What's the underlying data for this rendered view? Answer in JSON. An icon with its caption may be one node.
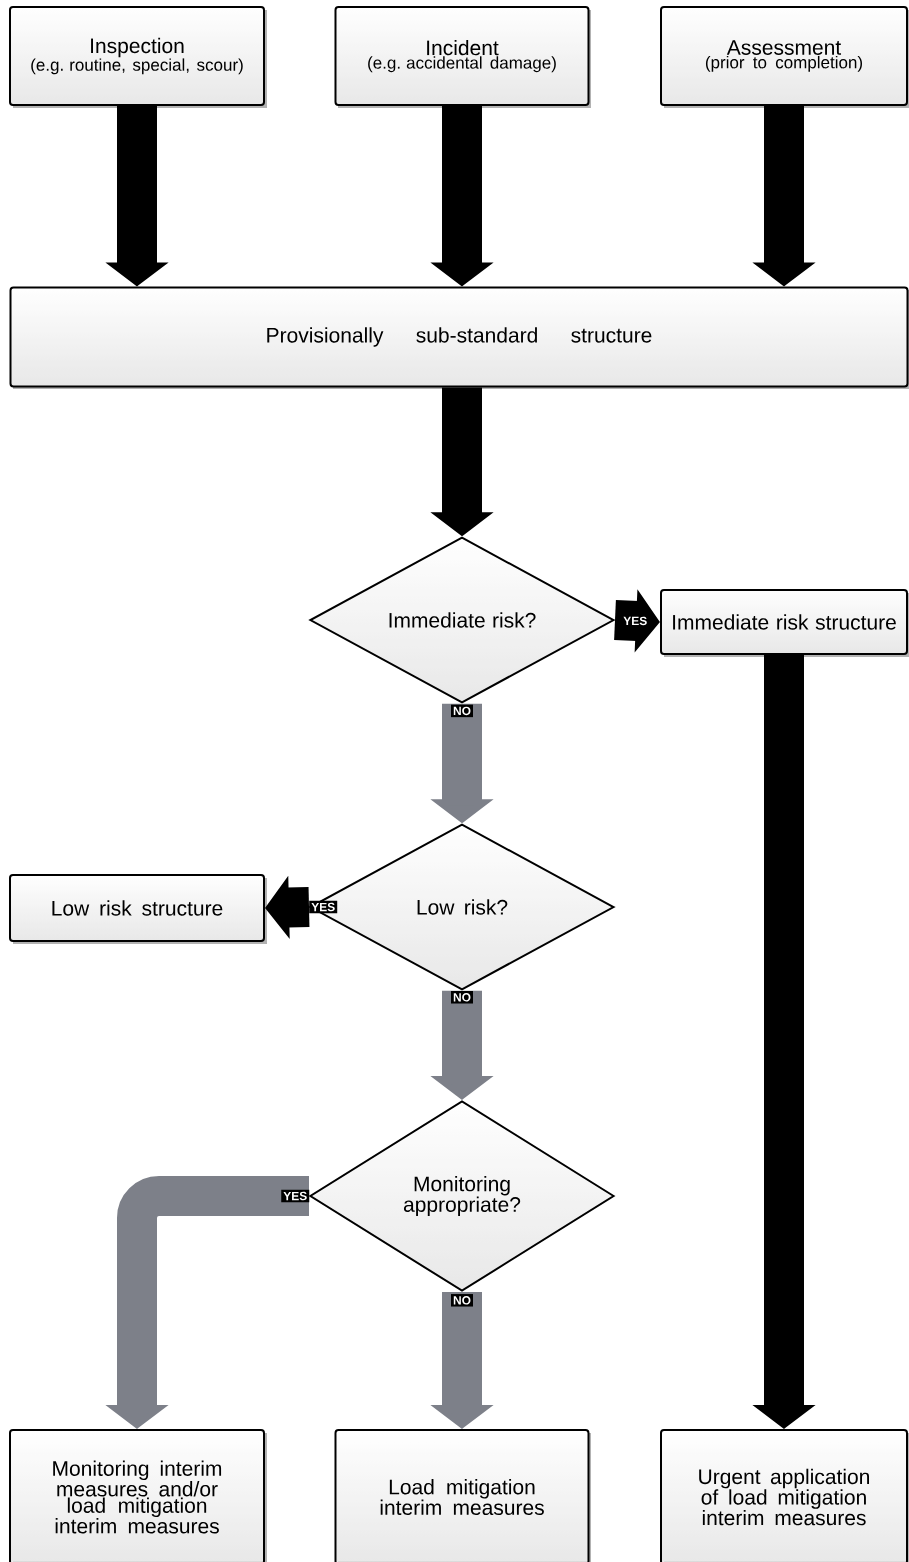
{
  "diagram": {
    "nodes": [
      {
        "text": [
          "Inspection",
          "(e.g. routine, special, scour)"
        ]
      },
      {
        "text": [
          "Incident",
          "(e.g. accidental damage)"
        ]
      },
      {
        "text": [
          "Assessment",
          "(prior to completion)"
        ]
      },
      {
        "text": [
          "Provisionally sub-standard structure"
        ]
      },
      {
        "text": [
          "Immediate risk?"
        ]
      },
      {
        "text": [
          "Immediate risk structure"
        ]
      },
      {
        "text": [
          "Low risk?"
        ]
      },
      {
        "text": [
          "Low risk structure"
        ]
      },
      {
        "text": [
          "Monitoring appropriate?"
        ]
      },
      {
        "text": [
          "Monitoring interim measures and/or load mitigation interim measures"
        ]
      },
      {
        "text": [
          "Load mitigation interim measures"
        ]
      },
      {
        "text": [
          "Urgent application of load mitigation interim measures"
        ]
      }
    ],
    "edges": [
      {
        "from": 0,
        "to": 3,
        "arrow": "to"
      },
      {
        "from": 1,
        "to": 3,
        "arrow": "to"
      },
      {
        "from": 2,
        "to": 3,
        "arrow": "to"
      },
      {
        "from": 3,
        "to": 4,
        "arrow": "to"
      },
      {
        "from": 4,
        "to": 5,
        "arrow": "to",
        "label": "YES"
      },
      {
        "from": 4,
        "to": 6,
        "arrow": "to",
        "label": "NO",
        "color": "#7d8089"
      },
      {
        "from": 6,
        "to": 7,
        "arrow": "to",
        "label": "YES"
      },
      {
        "from": 6,
        "to": 8,
        "arrow": "to",
        "label": "NO",
        "color": "#7d8089"
      },
      {
        "from": 8,
        "to": 9,
        "arrow": "to",
        "label": "YES",
        "color": "#7d8089"
      },
      {
        "from": 8,
        "to": 10,
        "arrow": "to",
        "label": "NO",
        "color": "#7d8089"
      },
      {
        "from": 5,
        "to": 11,
        "arrow": "to"
      }
    ]
  }
}
